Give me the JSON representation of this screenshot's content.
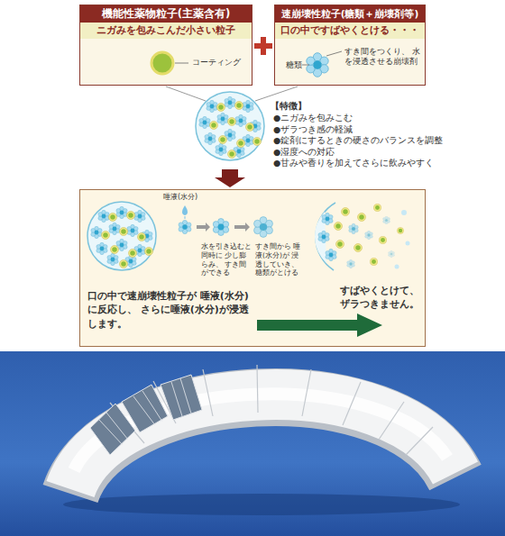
{
  "diagram": {
    "nodes": [
      {
        "text": [
          "機能性薬物粒子(主薬含有)",
          "ニガみを包みこんだ小さい粒子",
          "コーティング"
        ]
      },
      {
        "text": [
          "速崩壊性粒子(糖類＋崩壊剤等)",
          "口の中ですばやくとける・・・",
          "糖類",
          "すき間をつくり、 水を浸透させる崩壊剤"
        ]
      },
      {
        "text": [
          "唾液(水分)",
          "水を引き込むと同時に 少し膨らみ、 すき間ができる",
          "すき間から 唾液(水分)が 浸透していき、 糖類がとける",
          "口の中で速崩壊性粒子が 唾液(水分)に反応し、 さらに唾液(水分)が浸透します。",
          "すばやくとけて、 ザラつきません。"
        ]
      }
    ],
    "labels": [
      "【特徴】",
      "●ニガみを包みこむ",
      "●ザラつき感の軽減",
      "●錠剤にするときの硬さのバランスを調整",
      "●湿度への対応",
      "●甘みや香りを加えてさらに飲みやすく"
    ]
  }
}
